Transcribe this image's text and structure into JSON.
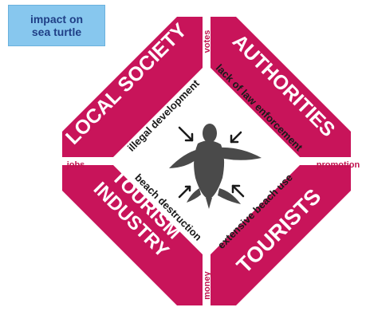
{
  "title": [
    "impact on",
    "sea turtle"
  ],
  "quadrants": {
    "top_left": "LOCAL SOCIETY",
    "top_right": "AUTHORITIES",
    "bottom_left": [
      "TOURISM",
      "INDUSTRY"
    ],
    "bottom_right": "TOURISTS"
  },
  "impacts": {
    "top_left": "illegal development",
    "top_right": "lack of law enforcement",
    "bottom_left": "beach destruction",
    "bottom_right": "extensive beach use"
  },
  "links": {
    "top": "votes",
    "left": "jobs",
    "right": "promotion",
    "bottom": "money"
  },
  "colors": {
    "frame": "#c8145a",
    "title_box": "#87c7ee",
    "title_text": "#1f3f86",
    "turtle": "#4a4a4a"
  },
  "icons": {
    "center": "sea-turtle-icon",
    "arrows": "arrow-icon"
  }
}
